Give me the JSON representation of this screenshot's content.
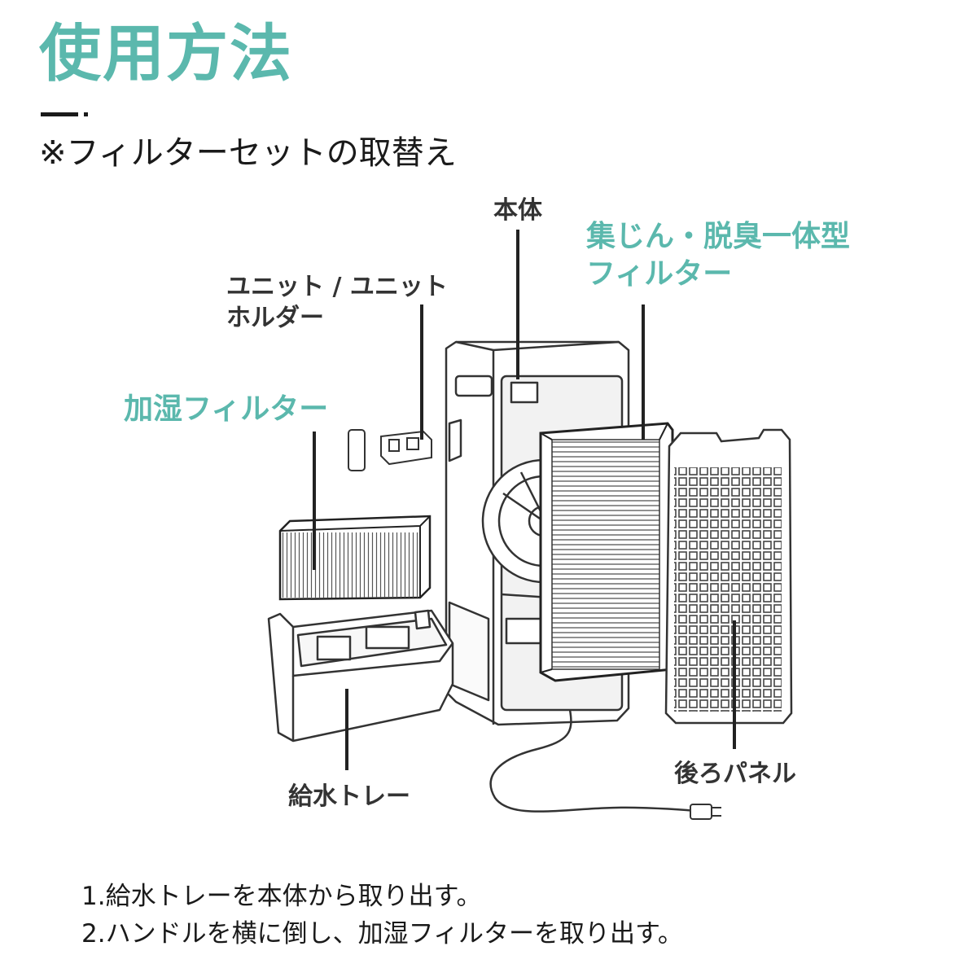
{
  "header": {
    "title": "使用方法",
    "subtitle": "※フィルターセットの取替え"
  },
  "diagram": {
    "labels": {
      "body": "本体",
      "dust_filter_line1": "集じん・脱臭一体型",
      "dust_filter_line2": "フィルター",
      "unit_line1": "ユニット / ユニット",
      "unit_line2": "ホルダー",
      "humidify_filter": "加湿フィルター",
      "water_tray": "給水トレー",
      "back_panel": "後ろパネル"
    },
    "colors": {
      "accent": "#5bb8ad",
      "line": "#333333"
    }
  },
  "steps": [
    "1.給水トレーを本体から取り出す。",
    "2.ハンドルを横に倒し、加湿フィルターを取り出す。"
  ]
}
